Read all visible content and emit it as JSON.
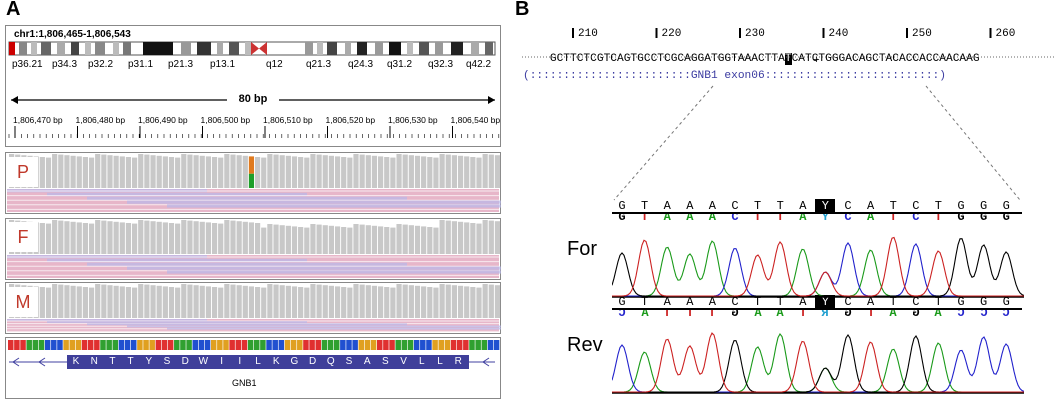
{
  "panelA": {
    "label": "A",
    "locus": "chr1:1,806,465-1,806,543",
    "bands": [
      "p36.21",
      "p34.3",
      "p32.2",
      "p31.1",
      "p21.3",
      "p13.1",
      "q12",
      "q21.3",
      "q24.3",
      "q31.2",
      "q32.3",
      "q42.2"
    ],
    "span_label": "80 bp",
    "ticks": [
      "1,806,470 bp",
      "1,806,480 bp",
      "1,806,490 bp",
      "1,806,500 bp",
      "1,806,510 bp",
      "1,806,520 bp",
      "1,806,530 bp",
      "1,806,540 bp"
    ],
    "tracks": [
      "P",
      "F",
      "M"
    ],
    "aminoacids": [
      "K",
      "N",
      "T",
      "T",
      "Y",
      "S",
      "D",
      "W",
      "I",
      "I",
      "L",
      "K",
      "G",
      "D",
      "Q",
      "S",
      "A",
      "S",
      "V",
      "L",
      "L",
      "R"
    ],
    "gene": "GNB1",
    "colors": {
      "coverage": "#c8c8c8",
      "read_pink": "#e7b6c9",
      "read_blue": "#b8b8ea",
      "variant_top": "#e07a1e",
      "variant_bottom": "#1e9e2a",
      "aa_bg": "#3f3f9a"
    }
  },
  "panelB": {
    "label": "B",
    "ruler": [
      "210",
      "220",
      "230",
      "240",
      "250",
      "260"
    ],
    "seq_left": "GCTTCTCGTCAGTGCCTCGCAGGATGGTAAACTTA",
    "seq_var": "T",
    "seq_right": "CATCTGGGACAGCTACACCACCAACAAG",
    "plus": "+",
    "exon_line": "(::::::::::::::::::::::::GNB1 exon06::::::::::::::::::::::::::)",
    "for_label": "For",
    "rev_label": "Rev",
    "ref_bases": [
      "G",
      "T",
      "A",
      "A",
      "A",
      "C",
      "T",
      "T",
      "A",
      "Y",
      "C",
      "A",
      "T",
      "C",
      "T",
      "G",
      "G",
      "G"
    ],
    "for_calls": [
      "G",
      "T",
      "A",
      "A",
      "A",
      "C",
      "T",
      "T",
      "A",
      "Y",
      "C",
      "A",
      "T",
      "C",
      "T",
      "G",
      "G",
      "G"
    ],
    "rev_calls": [
      "C",
      "A",
      "T",
      "T",
      "T",
      "G",
      "A",
      "A",
      "T",
      "R",
      "G",
      "T",
      "A",
      "G",
      "A",
      "C",
      "C",
      "C"
    ],
    "colors": {
      "A": "#1a9a1a",
      "C": "#2222cc",
      "G": "#000000",
      "T": "#cc2222",
      "Y": "#22a0d0",
      "R": "#22a0d0",
      "highlight": "#000000"
    }
  }
}
